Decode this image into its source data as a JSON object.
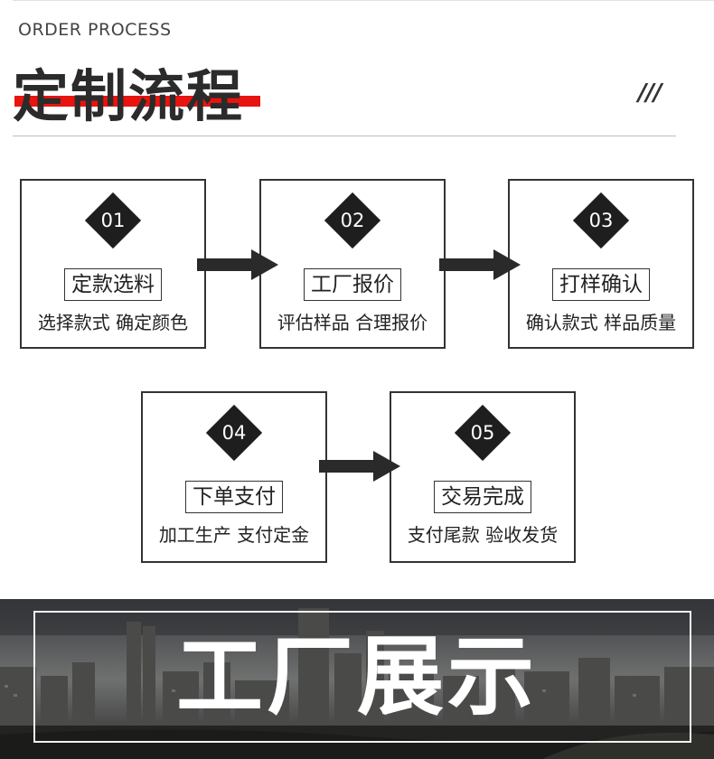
{
  "header": {
    "eyebrow": "ORDER PROCESS",
    "title": "定制流程",
    "decoration": "///"
  },
  "steps": [
    {
      "number": "01",
      "name": "定款选料",
      "desc": "选择款式 确定颜色"
    },
    {
      "number": "02",
      "name": "工厂报价",
      "desc": "评估样品 合理报价"
    },
    {
      "number": "03",
      "name": "打样确认",
      "desc": "确认款式 样品质量"
    },
    {
      "number": "04",
      "name": "下单支付",
      "desc": "加工生产 支付定金"
    },
    {
      "number": "05",
      "name": "交易完成",
      "desc": "支付尾款 验收发货"
    }
  ],
  "banner": {
    "title": "工厂展示"
  },
  "colors": {
    "accent": "#e8140f",
    "dark": "#1e1e1e",
    "text": "#222222"
  }
}
